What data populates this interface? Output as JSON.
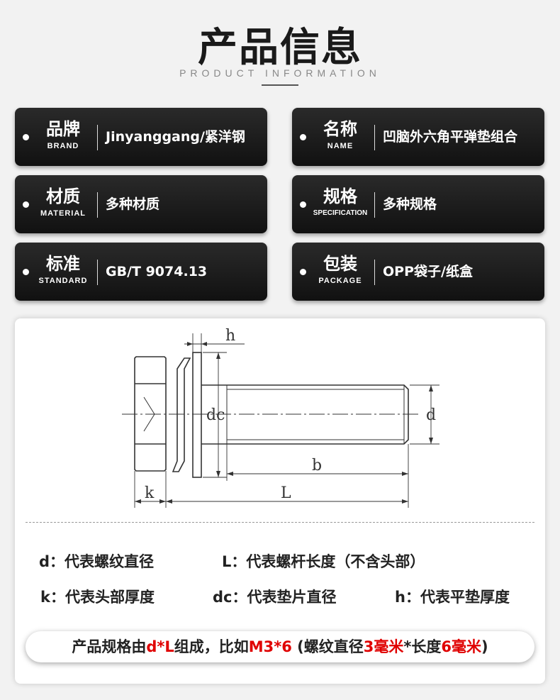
{
  "header": {
    "title": "产品信息",
    "subtitle": "PRODUCT INFORMATION"
  },
  "specs": [
    {
      "zh": "品牌",
      "en": "BRAND",
      "value": "Jinyanggang/紧洋钢"
    },
    {
      "zh": "名称",
      "en": "NAME",
      "value": "凹脑外六角平弹垫组合"
    },
    {
      "zh": "材质",
      "en": "MATERIAL",
      "value": "多种材质"
    },
    {
      "zh": "规格",
      "en": "SPECIFICATION",
      "value": "多种规格"
    },
    {
      "zh": "标准",
      "en": "STANDARD",
      "value": "GB/T 9074.13"
    },
    {
      "zh": "包装",
      "en": "PACKAGE",
      "value": "OPP袋子/纸盒"
    }
  ],
  "diagram": {
    "labels": {
      "h": "h",
      "dc": "dc",
      "d": "d",
      "b": "b",
      "k": "k",
      "L": "L"
    }
  },
  "legend": {
    "d": "d：代表螺纹直径",
    "L": "L：代表螺杆长度（不含头部）",
    "k": "k：代表头部厚度",
    "dc": "dc：代表垫片直径",
    "h": "h：代表平垫厚度"
  },
  "note": {
    "prefix": "产品规格由",
    "dl": "d*L",
    "mid": "组成，比如",
    "example": "M3*6",
    "open": " (螺纹直径",
    "d_value": "3毫米",
    "star": "*长度",
    "l_value": "6毫米",
    "close": ")"
  },
  "colors": {
    "card_bg": "#111111",
    "highlight": "#e00000"
  }
}
